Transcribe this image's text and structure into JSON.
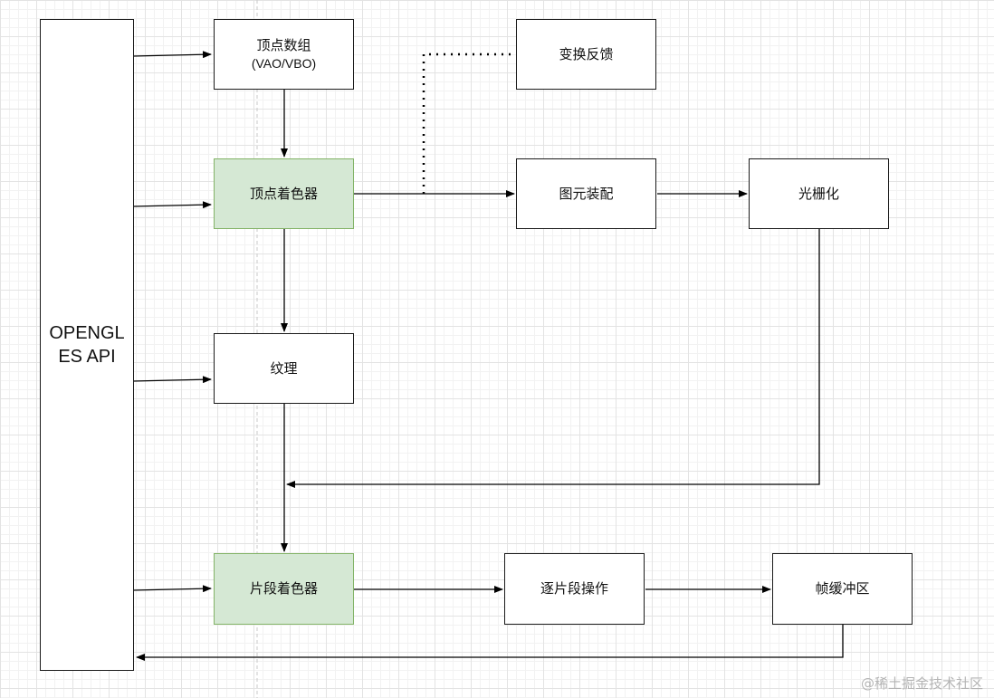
{
  "nodes": {
    "api": {
      "line1": "OPENGL",
      "line2": "ES API"
    },
    "vertex_array": {
      "label": "顶点数组",
      "sublabel": "(VAO/VBO)"
    },
    "vertex_shader": {
      "label": "顶点着色器"
    },
    "texture": {
      "label": "纹理"
    },
    "fragment_shader": {
      "label": "片段着色器"
    },
    "transform_feedback": {
      "label": "变换反馈"
    },
    "primitive_assembly": {
      "label": "图元装配"
    },
    "rasterization": {
      "label": "光栅化"
    },
    "per_fragment_ops": {
      "label": "逐片段操作"
    },
    "framebuffer": {
      "label": "帧缓冲区"
    }
  },
  "watermark": "@稀土掘金技术社区",
  "colors": {
    "shader_fill": "#d5e8d4",
    "shader_border": "#82b366",
    "box_border": "#1a1a1a",
    "edge": "#000000"
  }
}
